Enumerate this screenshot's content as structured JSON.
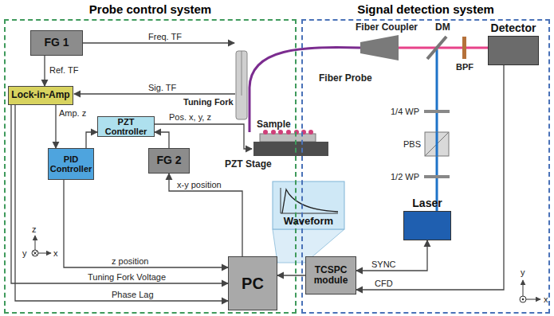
{
  "diagram": {
    "nodes": [
      {
        "text": [
          "Probe control system"
        ]
      },
      {
        "text": [
          "Signal detection system"
        ]
      },
      {
        "text": [
          "FG 1"
        ],
        "in": 0
      },
      {
        "text": [
          "Lock-in-Amp"
        ],
        "in": 0
      },
      {
        "text": [
          "PZT Controller"
        ],
        "in": 0
      },
      {
        "text": [
          "PID Controller"
        ],
        "in": 0
      },
      {
        "text": [
          "FG 2"
        ],
        "in": 0
      },
      {
        "text": [
          "PC"
        ],
        "in": 0
      },
      {
        "text": [
          "Waveform"
        ]
      },
      {
        "text": [
          "TCSPC module"
        ],
        "in": 1
      },
      {
        "text": [
          "Laser"
        ],
        "in": 1
      },
      {
        "text": [
          "Detector"
        ],
        "in": 1
      }
    ],
    "edges": [
      {
        "from": 2,
        "to": 3,
        "label": "Ref. TF",
        "arrow": "to"
      },
      {
        "from": 3,
        "to": 5,
        "label": "Amp. z",
        "arrow": "to"
      },
      {
        "from": 5,
        "to": 4,
        "arrow": "to"
      },
      {
        "from": 6,
        "to": 4,
        "arrow": "to"
      },
      {
        "from": 5,
        "to": 7,
        "label": "z position",
        "arrow": "to"
      },
      {
        "from": 7,
        "to": 6,
        "label": "x-y position",
        "arrow": "to"
      },
      {
        "from": 3,
        "to": 7,
        "label": "Tuning Fork Voltage",
        "arrow": "to"
      },
      {
        "from": 3,
        "to": 7,
        "label": "Phase Lag",
        "arrow": "to"
      },
      {
        "from": 9,
        "to": 7,
        "arrow": "to"
      },
      {
        "from": 10,
        "to": 9,
        "label": "SYNC",
        "arrow": "both"
      },
      {
        "from": 11,
        "to": 9,
        "label": "CFD",
        "arrow": "to"
      }
    ],
    "labels": [
      "Freq. TF",
      "Sig. TF",
      "Tuning Fork",
      "Pos. x, y, z",
      "Sample",
      "PZT Stage",
      "Fiber Coupler",
      "DM",
      "BPF",
      "Fiber Probe",
      "1/4 WP",
      "PBS",
      "1/2 WP",
      "z",
      "y",
      "x",
      "y",
      "x"
    ]
  }
}
